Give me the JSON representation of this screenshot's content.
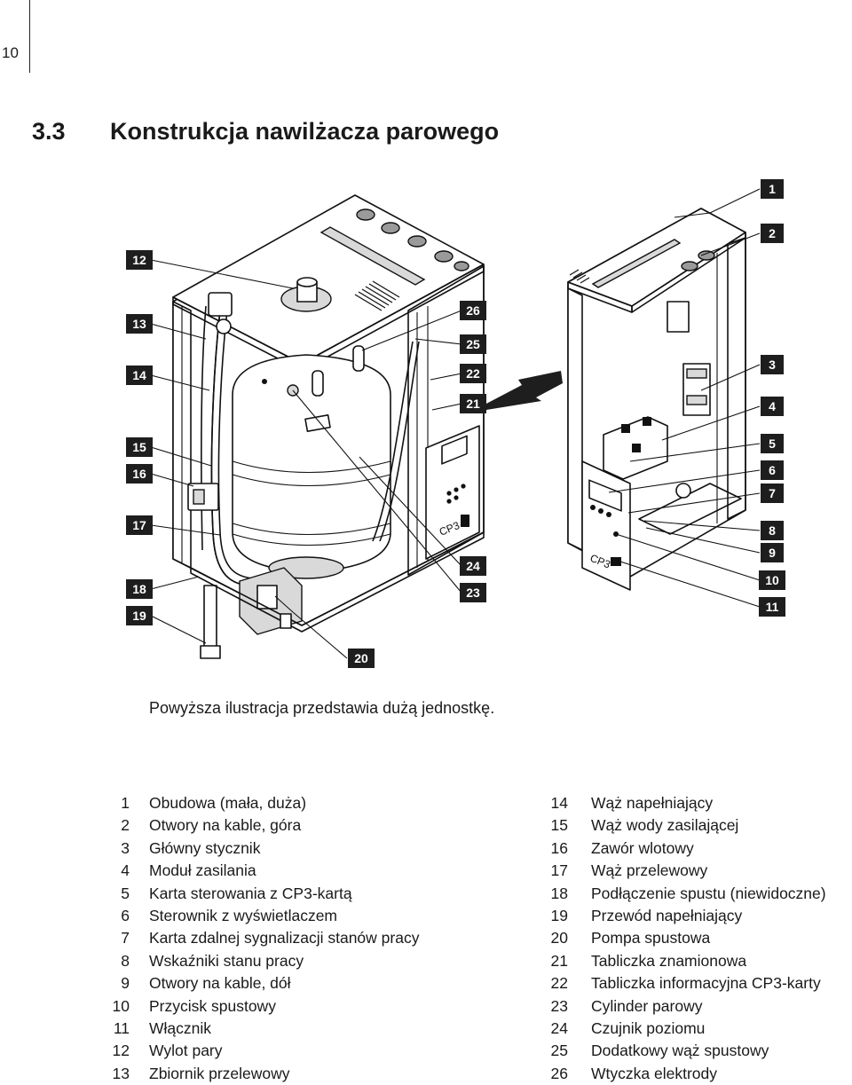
{
  "page_number": "10",
  "section": {
    "number": "3.3",
    "title": "Konstrukcja nawilżacza parowego"
  },
  "figure": {
    "callouts": [
      "1",
      "2",
      "3",
      "4",
      "5",
      "6",
      "7",
      "8",
      "9",
      "10",
      "11",
      "12",
      "13",
      "14",
      "15",
      "16",
      "17",
      "18",
      "19",
      "20",
      "21",
      "22",
      "23",
      "24",
      "25",
      "26"
    ],
    "device_label": "CP3"
  },
  "caption": "Powyższa ilustracja przedstawia dużą jednostkę.",
  "legend_left": [
    {
      "num": "1",
      "text": "Obudowa (mała, duża)"
    },
    {
      "num": "2",
      "text": "Otwory na kable, góra"
    },
    {
      "num": "3",
      "text": "Główny stycznik"
    },
    {
      "num": "4",
      "text": "Moduł zasilania"
    },
    {
      "num": "5",
      "text": "Karta sterowania z  CP3-kartą"
    },
    {
      "num": "6",
      "text": "Sterownik z wyświetlaczem"
    },
    {
      "num": "7",
      "text": "Karta zdalnej sygnalizacji stanów pracy"
    },
    {
      "num": "8",
      "text": "Wskaźniki stanu pracy"
    },
    {
      "num": "9",
      "text": "Otwory na kable, dół"
    },
    {
      "num": "10",
      "text": "Przycisk spustowy"
    },
    {
      "num": "11",
      "text": "Włącznik"
    },
    {
      "num": "12",
      "text": "Wylot pary"
    },
    {
      "num": "13",
      "text": "Zbiornik przelewowy"
    }
  ],
  "legend_right": [
    {
      "num": "14",
      "text": "Wąż napełniający"
    },
    {
      "num": "15",
      "text": "Wąż wody zasilającej"
    },
    {
      "num": "16",
      "text": "Zawór wlotowy"
    },
    {
      "num": "17",
      "text": "Wąż przelewowy"
    },
    {
      "num": "18",
      "text": "Podłączenie spustu (niewidoczne)"
    },
    {
      "num": "19",
      "text": "Przewód napełniający"
    },
    {
      "num": "20",
      "text": "Pompa spustowa"
    },
    {
      "num": "21",
      "text": "Tabliczka znamionowa"
    },
    {
      "num": "22",
      "text": "Tabliczka informacyjna CP3-karty"
    },
    {
      "num": "23",
      "text": "Cylinder parowy"
    },
    {
      "num": "24",
      "text": "Czujnik poziomu"
    },
    {
      "num": "25",
      "text": "Dodatkowy wąż spustowy"
    },
    {
      "num": "26",
      "text": "Wtyczka elektrody"
    }
  ]
}
